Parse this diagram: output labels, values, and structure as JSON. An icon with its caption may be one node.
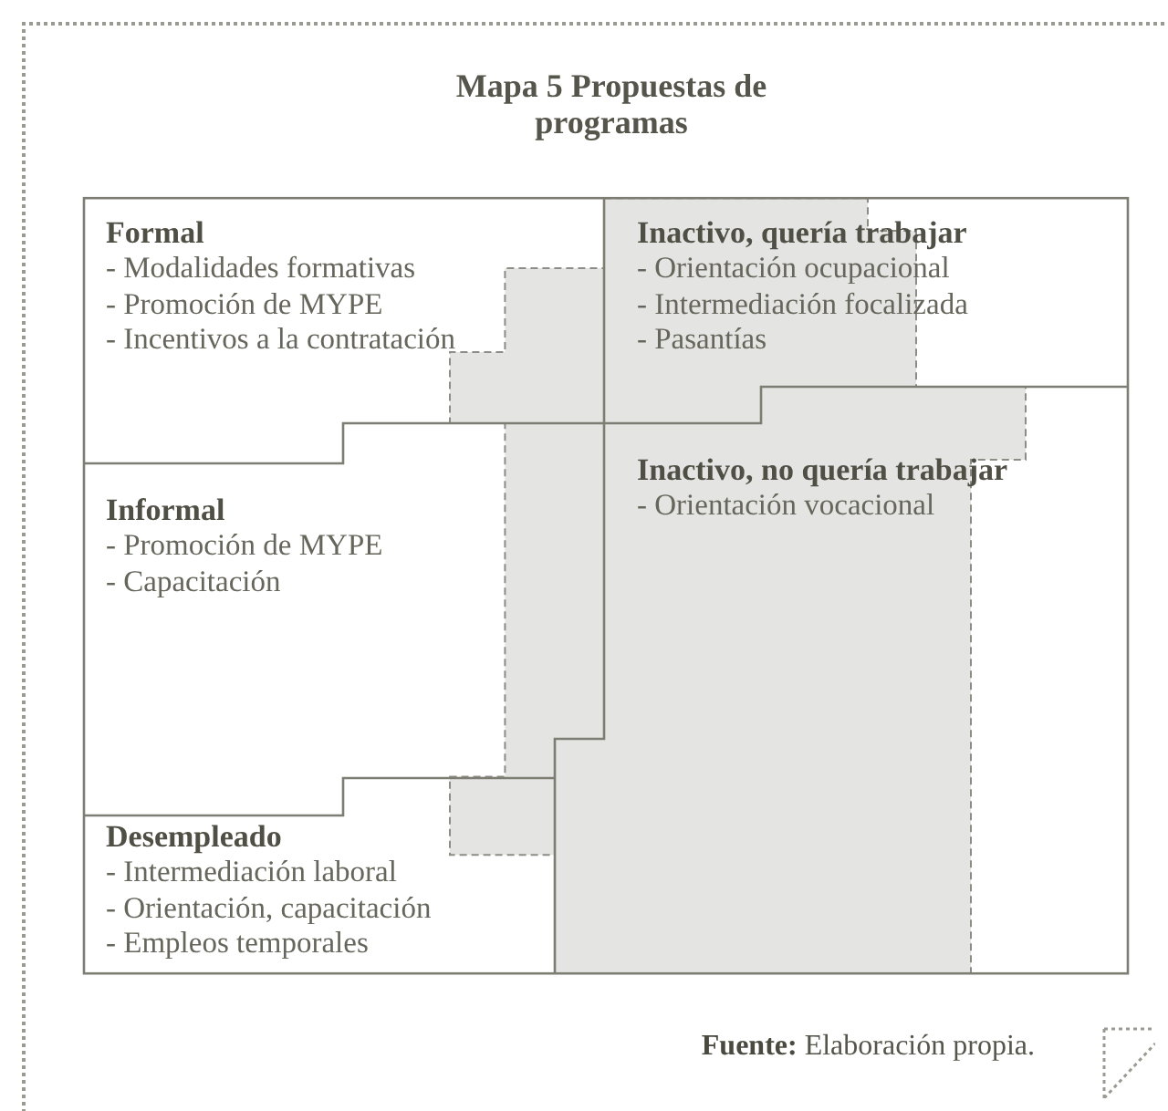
{
  "diagram": {
    "title": "Mapa 5 Propuestas de programas",
    "nodes": [
      {
        "text": [
          "Formal",
          "- Modalidades formativas",
          "- Promoción de MYPE",
          "- Incentivos a la contratación"
        ]
      },
      {
        "text": [
          "Inactivo, quería trabajar",
          "- Orientación ocupacional",
          "- Intermediación focalizada",
          "- Pasantías"
        ]
      },
      {
        "text": [
          "Inactivo, no quería trabajar",
          "- Orientación vocacional"
        ]
      },
      {
        "text": [
          "Informal",
          "- Promoción de MYPE",
          "- Capacitación"
        ]
      },
      {
        "text": [
          "Desempleado",
          "- Intermediación laboral",
          "- Orientación, capacitación",
          "- Empleos temporales"
        ]
      }
    ],
    "caption": "**Fuente:** Elaboración propia."
  }
}
